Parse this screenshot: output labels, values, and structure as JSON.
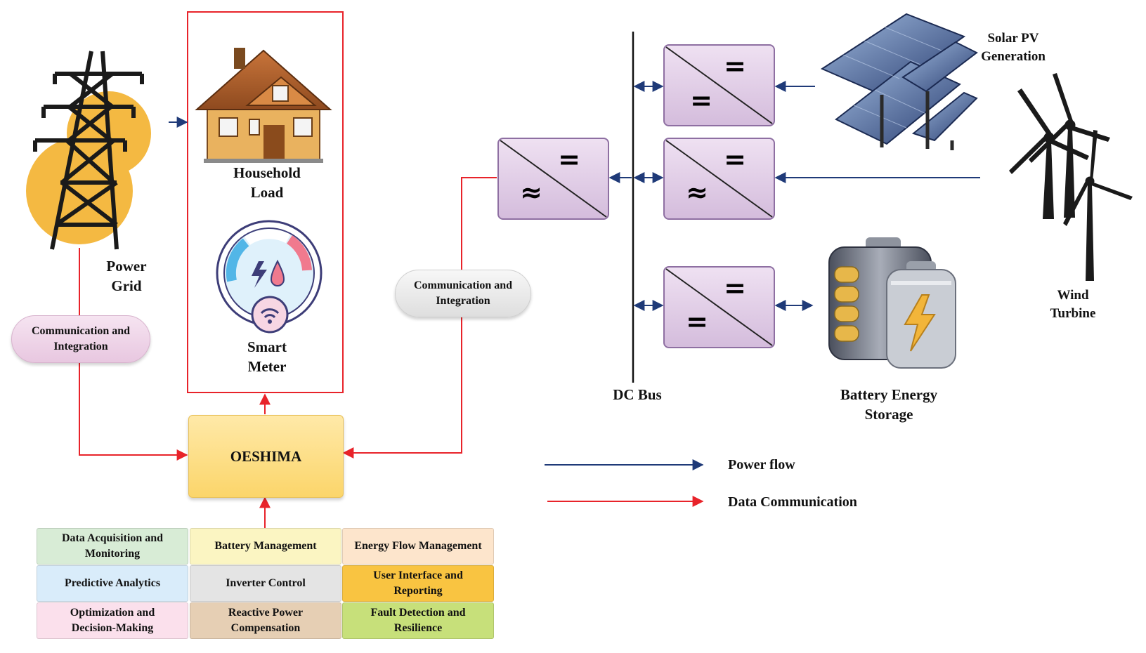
{
  "labels": {
    "household_load": "Household\nLoad",
    "smart_meter": "Smart\nMeter",
    "power_grid": "Power\nGrid",
    "solar_pv": "Solar PV\nGeneration",
    "wind_turbine": "Wind\nTurbine",
    "dc_bus": "DC Bus",
    "battery_storage": "Battery Energy\nStorage",
    "oeshima": "OESHIMA",
    "comm_left": "Communication and\nIntegration",
    "comm_middle": "Communication and\nIntegration"
  },
  "converters": [
    {
      "id": "ac-dc-main",
      "top": "=",
      "bottom": "≈"
    },
    {
      "id": "dc-dc-solar",
      "top": "=",
      "bottom": "="
    },
    {
      "id": "ac-dc-wind",
      "top": "=",
      "bottom": "≈"
    },
    {
      "id": "dc-dc-battery",
      "top": "=",
      "bottom": "="
    }
  ],
  "modules": [
    {
      "label": "Data Acquisition and\nMonitoring",
      "color": "#d8ecd6"
    },
    {
      "label": "Battery Management",
      "color": "#fbf5c2"
    },
    {
      "label": "Energy Flow Management",
      "color": "#fde5cc"
    },
    {
      "label": "Predictive Analytics",
      "color": "#d9ecfa"
    },
    {
      "label": "Inverter Control",
      "color": "#e4e4e4"
    },
    {
      "label": "User Interface and\nReporting",
      "color": "#f9c441"
    },
    {
      "label": "Optimization and\nDecision-Making",
      "color": "#fbe0ec"
    },
    {
      "label": "Reactive Power\nCompensation",
      "color": "#e6cfb4"
    },
    {
      "label": "Fault Detection and\nResilience",
      "color": "#c7e07a"
    }
  ],
  "legend": [
    {
      "label": "Power flow",
      "color": "#1f3a78"
    },
    {
      "label": "Data Communication",
      "color": "#e8232a"
    }
  ],
  "colors": {
    "power": "#1f3a78",
    "data": "#e8232a",
    "converter_fill": "#e3cfe8",
    "converter_border": "#8e6fa2"
  }
}
